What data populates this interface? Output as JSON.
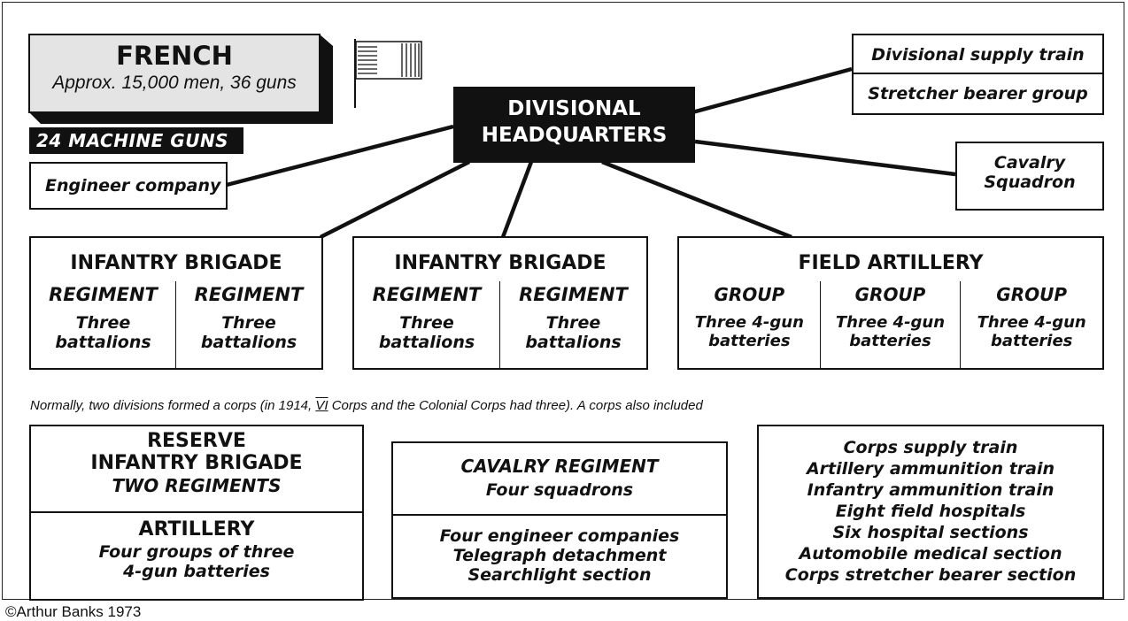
{
  "french": {
    "title": "FRENCH",
    "subtitle": "Approx. 15,000 men, 36 guns"
  },
  "machine_guns": "24 MACHINE GUNS",
  "hq": {
    "line1": "DIVISIONAL",
    "line2": "HEADQUARTERS"
  },
  "supply_box": {
    "item1": "Divisional supply train",
    "item2": "Stretcher bearer group"
  },
  "engineer": "Engineer company",
  "cavalry_squadron": {
    "line1": "Cavalry",
    "line2": "Squadron"
  },
  "brigade1": {
    "title": "INFANTRY BRIGADE",
    "regiments": [
      {
        "name": "REGIMENT",
        "line1": "Three",
        "line2": "battalions"
      },
      {
        "name": "REGIMENT",
        "line1": "Three",
        "line2": "battalions"
      }
    ]
  },
  "brigade2": {
    "title": "INFANTRY BRIGADE",
    "regiments": [
      {
        "name": "REGIMENT",
        "line1": "Three",
        "line2": "battalions"
      },
      {
        "name": "REGIMENT",
        "line1": "Three",
        "line2": "battalions"
      }
    ]
  },
  "artillery": {
    "title": "FIELD ARTILLERY",
    "groups": [
      {
        "name": "GROUP",
        "line1": "Three 4-gun",
        "line2": "batteries"
      },
      {
        "name": "GROUP",
        "line1": "Three 4-gun",
        "line2": "batteries"
      },
      {
        "name": "GROUP",
        "line1": "Three 4-gun",
        "line2": "batteries"
      }
    ]
  },
  "note": {
    "before": "Normally, two divisions formed a corps (in 1914, ",
    "corps_num": "VI",
    "after": " Corps and the Colonial Corps had three).  A corps also included"
  },
  "reserve": {
    "line1": "RESERVE",
    "line2": "INFANTRY BRIGADE",
    "line3": "TWO REGIMENTS",
    "art_title": "ARTILLERY",
    "art_line1": "Four groups of three",
    "art_line2": "4-gun batteries"
  },
  "cavalry_regiment": {
    "title": "CAVALRY REGIMENT",
    "sub": "Four squadrons",
    "items": [
      "Four engineer companies",
      "Telegraph detachment",
      "Searchlight section"
    ]
  },
  "corps_list": [
    "Corps supply train",
    "Artillery ammunition train",
    "Infantry ammunition train",
    "Eight field hospitals",
    "Six hospital sections",
    "Automobile medical section",
    "Corps stretcher bearer section"
  ],
  "copyright": "©Arthur Banks 1973"
}
